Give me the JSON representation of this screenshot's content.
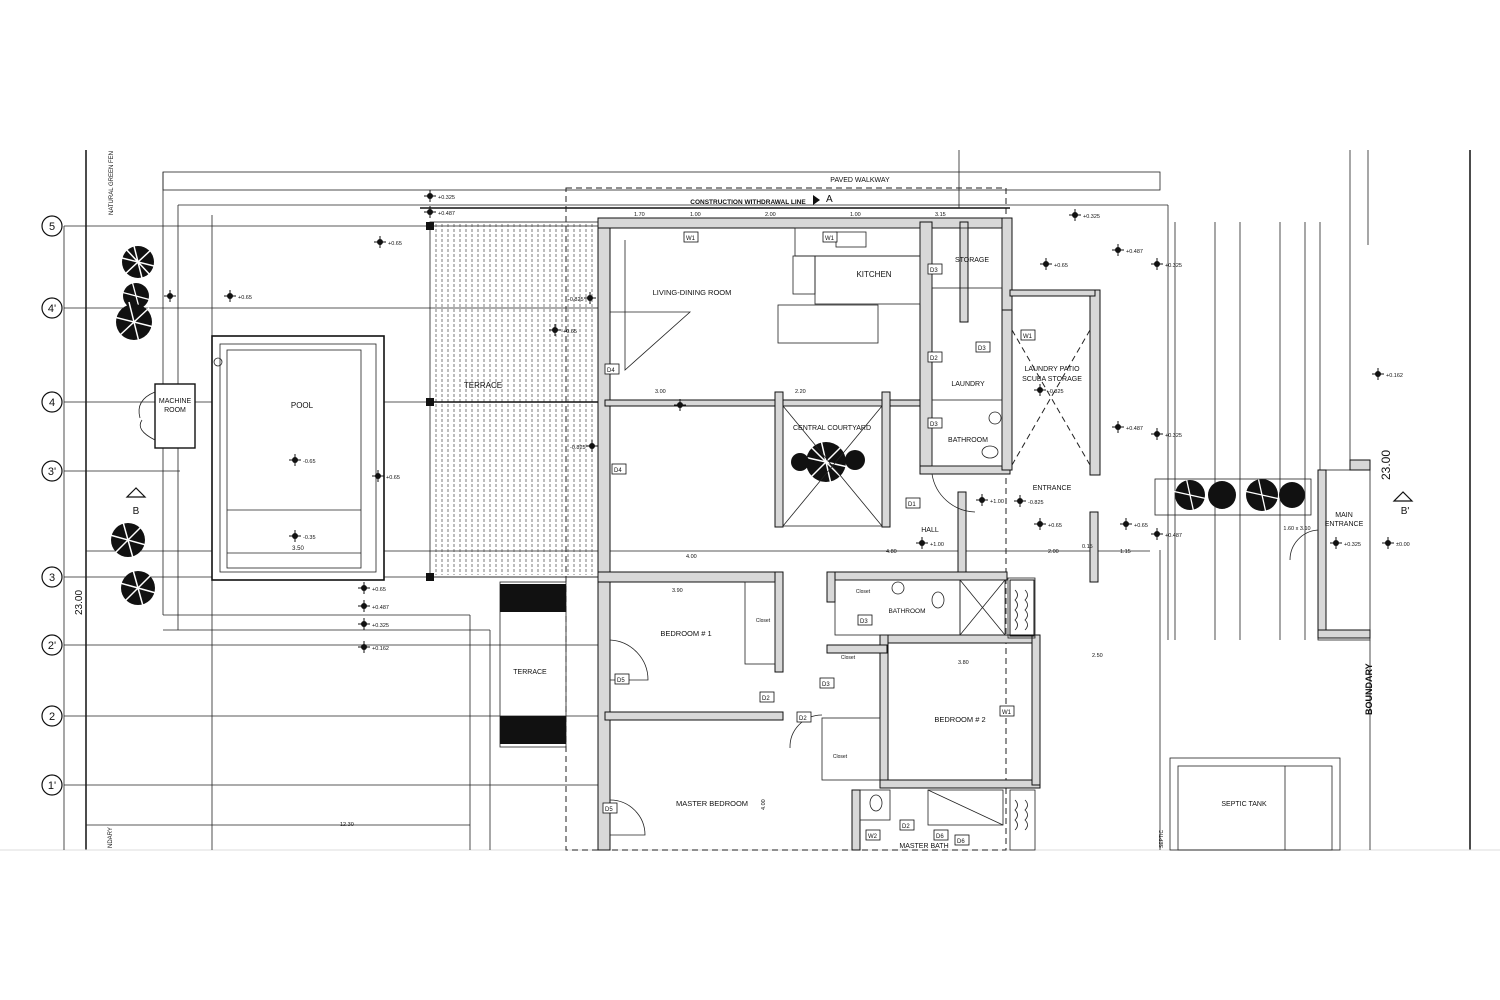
{
  "grid": {
    "markers": [
      "5",
      "4'",
      "4",
      "3'",
      "3",
      "2'",
      "2",
      "1'"
    ],
    "vertical_dims": [
      "23.00",
      "23.00"
    ]
  },
  "labels": {
    "paved_walkway": "PAVED WALKWAY",
    "construction_line": "CONSTRUCTION WITHDRAWAL LINE",
    "natural_green_fence": "NATURAL GREEN FEN",
    "boundary": "BOUNDARY",
    "boundary_left": "NDARY",
    "section_a": "A",
    "section_b": "B",
    "section_b_prime": "B'"
  },
  "rooms": {
    "living_dining": "LIVING-DINING  ROOM",
    "kitchen": "KITCHEN",
    "storage": "STORAGE",
    "laundry": "LAUNDRY",
    "laundry_patio": "LAUNDRY PATIO",
    "scuba_storage": "SCUBA STORAGE",
    "bathroom": "BATHROOM",
    "bathroom_2": "BATHROOM",
    "entrance": "ENTRANCE",
    "hall": "HALL",
    "central_courtyard": "CENTRAL COURTYARD",
    "terrace": "TERRACE",
    "terrace_2": "TERRACE",
    "pool": "POOL",
    "machine_room_1": "MACHINE",
    "machine_room_2": "ROOM",
    "bedroom_1": "BEDROOM # 1",
    "bedroom_2": "BEDROOM # 2",
    "master_bedroom": "MASTER BEDROOM",
    "master_bath": "MASTER BATH",
    "main_entrance_1": "MAIN",
    "main_entrance_2": "ENTRANCE",
    "septic_tank": "SEPTIC TANK",
    "closet": "Closet"
  },
  "levels": [
    "+0.325",
    "+0.487",
    "+0.65",
    "-0.65",
    "-0.35",
    "+0.162",
    "-0.825",
    "+1.00",
    "±0.00"
  ],
  "dimensions": {
    "top": [
      "1.70",
      "1.00",
      "2.00",
      "1.00",
      "3.15"
    ],
    "row_mid": [
      "3.00",
      "2.20",
      "4.00",
      "3.90"
    ],
    "lower": [
      "4.00",
      "4.80",
      "3.80",
      "2.00",
      "2.50",
      "1.15",
      "0.15"
    ],
    "pool_w": "3.50",
    "site_w": "12.30",
    "entrance_gate": "1.60 x 3.10",
    "septic_label": "SEPTIC"
  },
  "tags": [
    "W1",
    "D3",
    "D2",
    "D1",
    "D4",
    "D5",
    "D6",
    "W2"
  ]
}
